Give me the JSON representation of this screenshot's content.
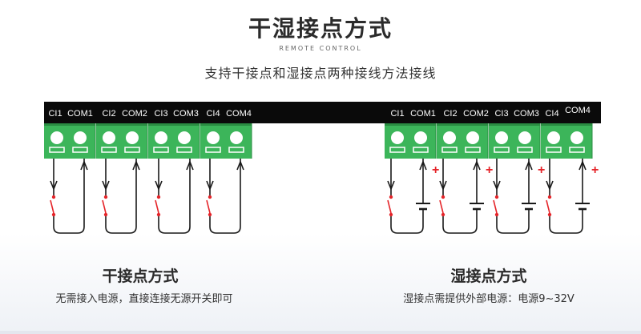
{
  "header": {
    "title": "干湿接点方式",
    "subtitle_en": "REMOTE CONTROL",
    "tagline": "支持干接点和湿接点两种接线方法接线"
  },
  "dry": {
    "title": "干接点方式",
    "description": "无需接入电源，直接连接无源开关即可",
    "terminal_labels": [
      "CI1",
      "COM1",
      "CI2",
      "COM2",
      "CI3",
      "COM3",
      "CI4",
      "COM4"
    ]
  },
  "wet": {
    "title": "湿接点方式",
    "description": "湿接点需提供外部电源：电源9~32V",
    "terminal_labels": [
      "CI1",
      "COM1",
      "CI2",
      "COM2",
      "CI3",
      "COM3",
      "CI4",
      "COM4"
    ],
    "plus_symbol": "+"
  },
  "colors": {
    "terminal_green": "#3cb55a",
    "terminal_green_dark": "#2a8c42",
    "label_bar": "#0a0a0a",
    "switch_red": "#e52429",
    "wire": "#1a1a1a"
  }
}
